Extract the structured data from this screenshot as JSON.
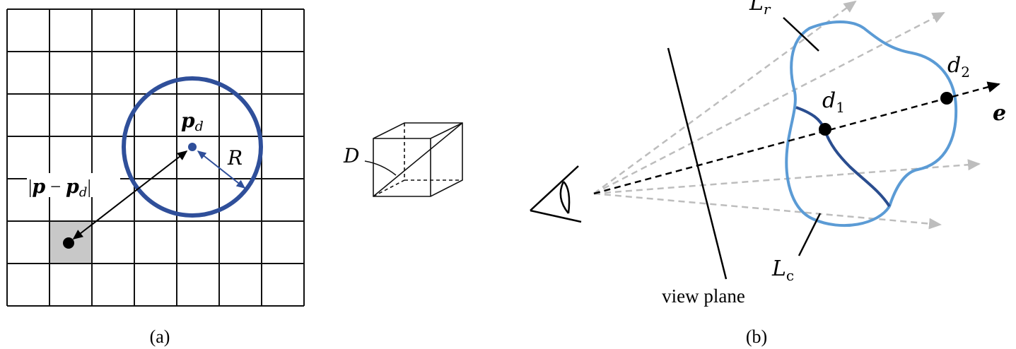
{
  "panel_a": {
    "caption": "(a)",
    "point_label": "p",
    "point_sub": "d",
    "radius_label": "R",
    "distance_label_p": "p",
    "distance_label_minus": " − ",
    "distance_label_pd": "p",
    "distance_label_sub": "d",
    "bar": "|",
    "grid_cols": 7,
    "grid_rows": 7,
    "shaded_cell": {
      "col": 1,
      "row": 5
    },
    "circle_color": "#2f4f9a",
    "shade_color": "#c8c8c8"
  },
  "cube": {
    "label": "D"
  },
  "panel_b": {
    "caption": "(b)",
    "view_plane_label": "view plane",
    "e_label": "e",
    "d1_label": "d",
    "d1_sub": "1",
    "d2_label": "d",
    "d2_sub": "2",
    "lr_label": "L",
    "lr_sub": "r",
    "lc_label": "L",
    "lc_sub": "c",
    "outline_color": "#5b9bd5",
    "inner_color": "#2a4d8f",
    "ray_color": "#bdbdbd"
  }
}
